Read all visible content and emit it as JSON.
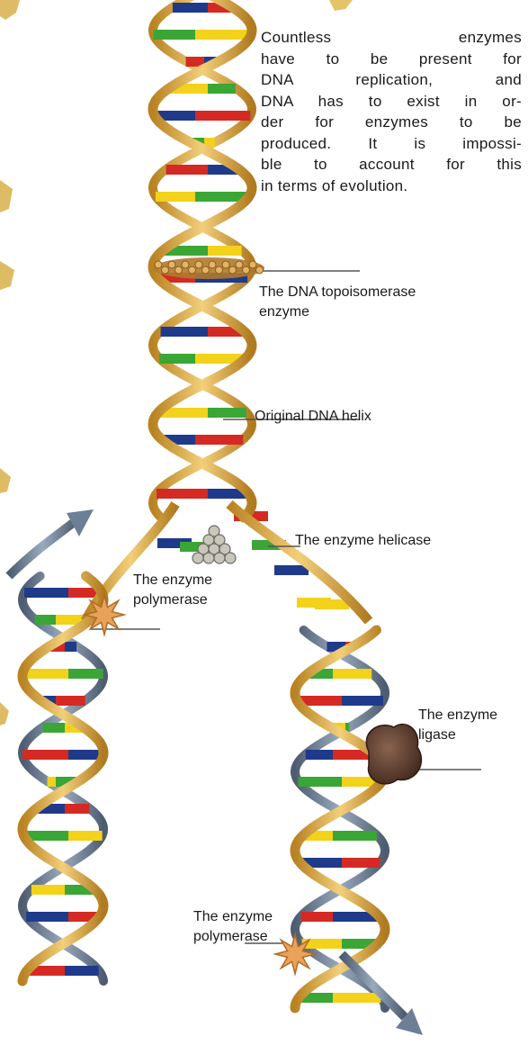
{
  "description_lines": [
    "Countless enzymes",
    "have to be present for",
    "DNA replication, and",
    "DNA has to exist in or-",
    "der for enzymes to be",
    "produced. It is impossi-",
    "ble to account for this",
    "in terms of evolution."
  ],
  "labels": {
    "topoisomerase": [
      "The DNA topoisomerase",
      "enzyme"
    ],
    "original_helix": "Original DNA helix",
    "helicase": "The enzyme helicase",
    "polymerase_left": [
      "The enzyme",
      "polymerase"
    ],
    "ligase": [
      "The enzyme",
      "ligase"
    ],
    "polymerase_bottom": [
      "The enzyme",
      "polymerase"
    ]
  },
  "colors": {
    "backbone": "#d9a441",
    "new_strand": "#6d7f95",
    "base_blue": "#1f3a8a",
    "base_green": "#3aa635",
    "base_red": "#d42a23",
    "base_yellow": "#f2d21b",
    "topoisomerase": "#b07a2e",
    "helicase": "#c9c6bb",
    "ligase": "#5a3a2b",
    "polymerase": "#e8a25a",
    "leader_line": "#555555"
  }
}
